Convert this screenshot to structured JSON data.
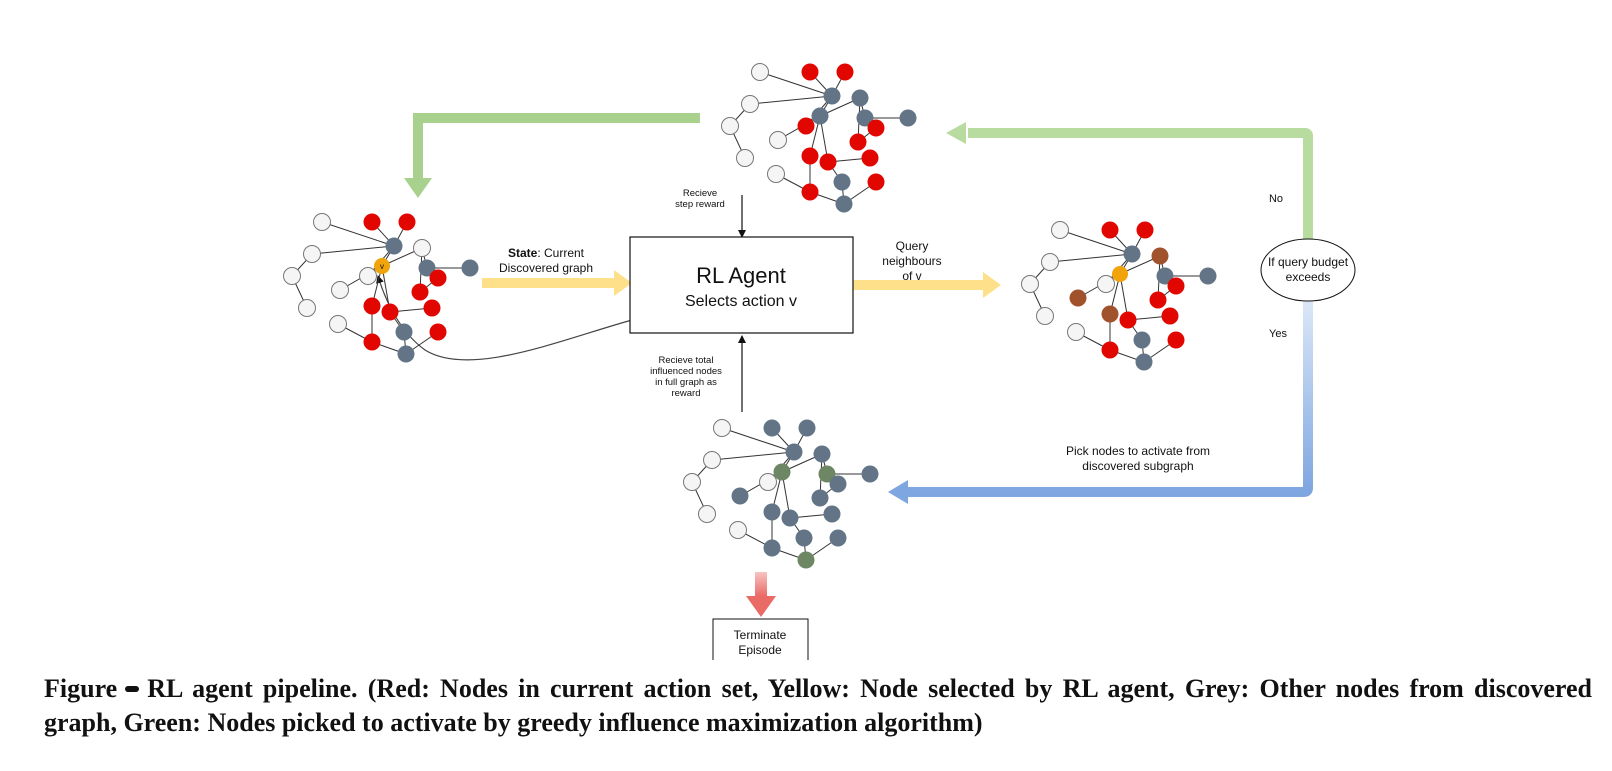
{
  "colors": {
    "red": "#e10600",
    "yellow": "#f0a30a",
    "grey": "#637487",
    "white": "#f5f5f5",
    "green": "#6d8764",
    "brown": "#a0522d",
    "arrow_yellow": "#ffe08a",
    "arrow_green": "#a9d18e",
    "arrow_blue": "#7ea6e0",
    "arrow_red": "#ea6b66"
  },
  "agent": {
    "title": "RL Agent",
    "subtitle": "Selects action v"
  },
  "state_label": {
    "bold": "State",
    "rest": ": Current",
    "line2": "Discovered graph"
  },
  "step_reward": [
    "Recieve",
    "step reward"
  ],
  "total_reward": [
    "Recieve total",
    "influenced nodes",
    "in full graph as",
    "reward"
  ],
  "query_label": [
    "Query",
    "neighbours",
    "of v"
  ],
  "decision": [
    "If query budget",
    "exceeds"
  ],
  "no_label": "No",
  "yes_label": "Yes",
  "pick_label": [
    "Pick nodes to activate from",
    "discovered subgraph"
  ],
  "terminate": [
    "Terminate",
    "Episode"
  ],
  "selected_node_label": "v",
  "caption": {
    "label": "Figure",
    "text": "RL agent pipeline. (Red: Nodes in current action set, Yellow: Node selected by RL agent, Grey: Other nodes from discovered graph, Green: Nodes picked to activate by greedy influence maximization algorithm)"
  }
}
